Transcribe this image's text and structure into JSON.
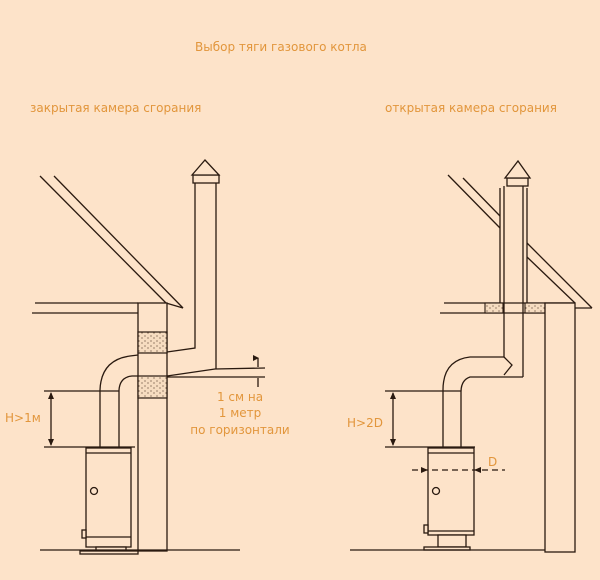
{
  "title": "Выбор тяги газового котла",
  "left": {
    "heading": "закрытая камера сгорания",
    "height_label": "H>1м",
    "slope_note": [
      "1 см на",
      "1 метр",
      "по горизонтали"
    ]
  },
  "right": {
    "heading": "открытая камера сгорания",
    "height_label": "H>2D",
    "diameter_label": "D"
  },
  "colors": {
    "background": "#fde3c9",
    "text": "#e2963c",
    "lines": "#2a1a10"
  }
}
